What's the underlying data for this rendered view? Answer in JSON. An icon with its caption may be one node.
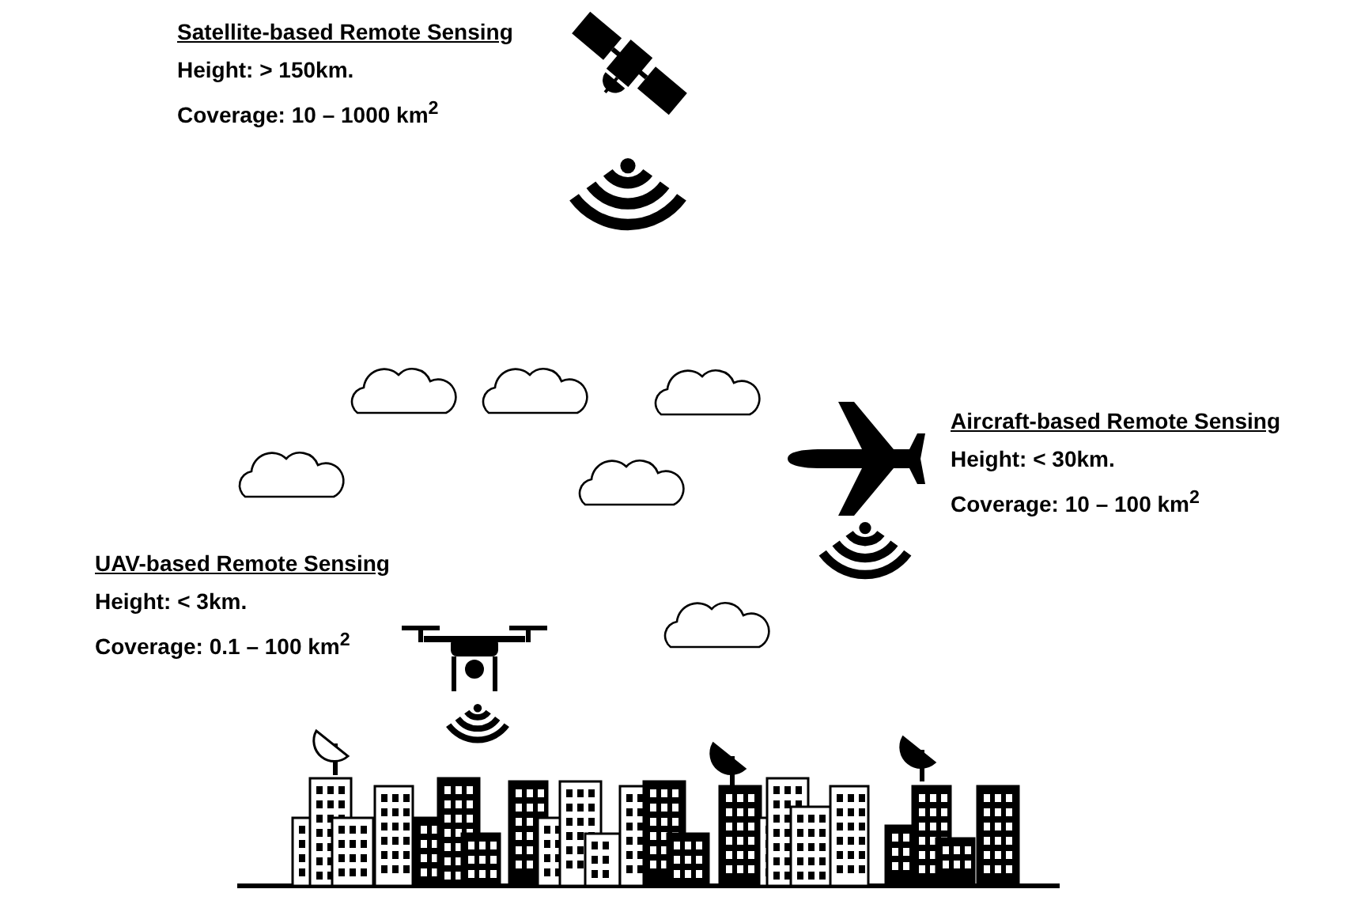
{
  "diagram": {
    "labels": [
      "Satellite-based Remote Sensing",
      "Height: > 150km.",
      "Coverage: 10 – 1000 km$^{2}$",
      "Aircraft-based Remote Sensing",
      "Height: < 30km.",
      "Coverage: 10 – 100 km$^{2}$",
      "UAV-based Remote Sensing",
      "Height: < 3km.",
      "Coverage: 0.1 – 100 km$^{2}$"
    ]
  }
}
